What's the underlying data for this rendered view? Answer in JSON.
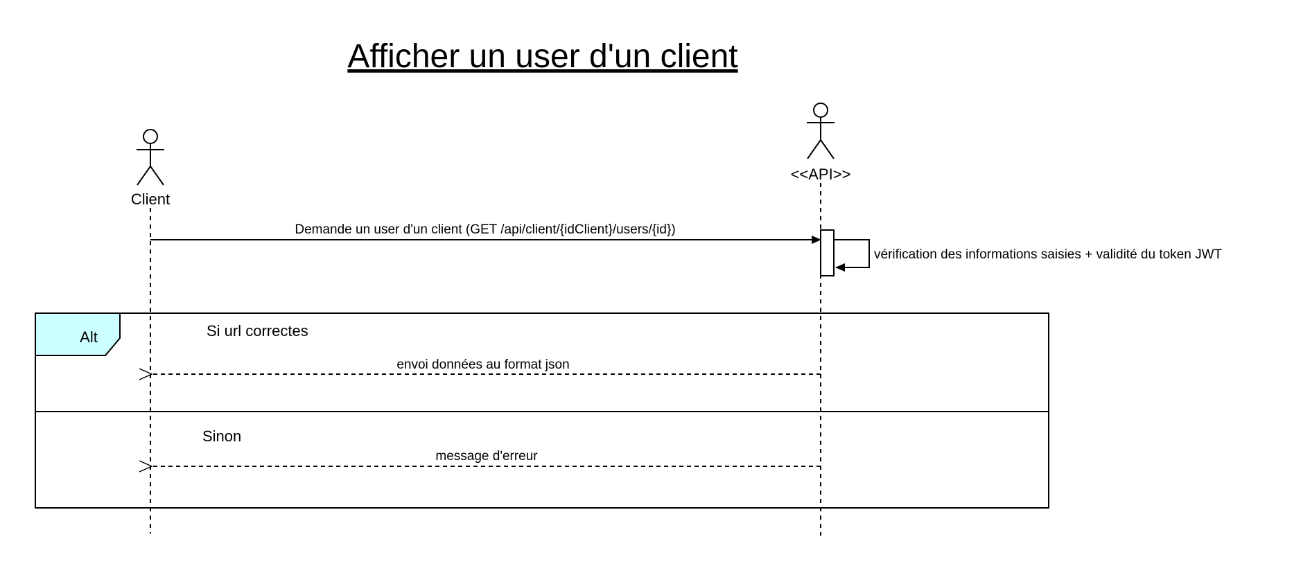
{
  "diagram": {
    "title": "Afficher un user d'un client",
    "actors": {
      "client": {
        "label": "Client"
      },
      "api": {
        "label": "<<API>>"
      }
    },
    "messages": {
      "request": "Demande un user d'un client (GET /api/client/{idClient}/users/{id})",
      "self_check": "vérification des informations saisies + validité du token JWT",
      "success_reply": "envoi données au format json",
      "error_reply": "message d'erreur"
    },
    "alt_fragment": {
      "operator": "Alt",
      "guard_1": "Si url correctes",
      "guard_2": "Sinon"
    },
    "colors": {
      "alt_tab_fill": "#ccffff",
      "line": "#000000"
    }
  }
}
